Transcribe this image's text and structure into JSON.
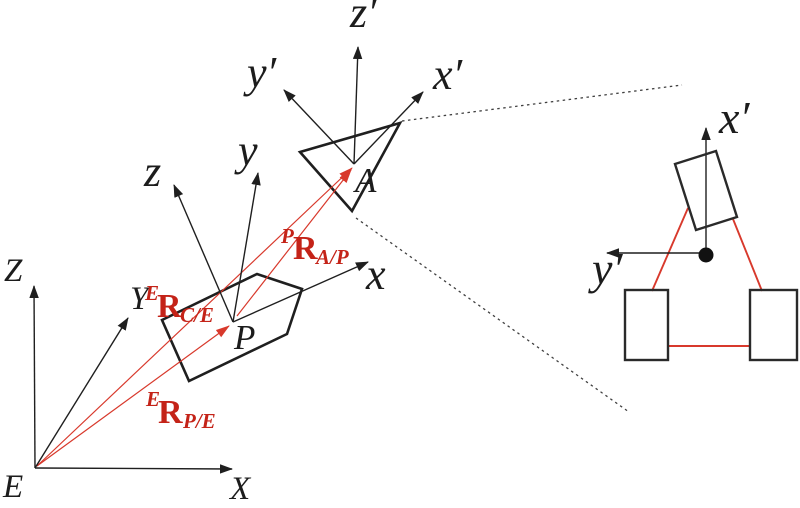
{
  "diagram": {
    "description": "Coordinate reference frames diagram with Earth frame, platform frame, target frame and rover detail view",
    "colors": {
      "axis_black": "#1f1f1f",
      "vector_red": "#d8392c",
      "label_red": "#c42318",
      "dashed_gray": "#404040"
    },
    "main": {
      "earth": {
        "origin": "E",
        "axis_z": "Z",
        "axis_y": "Y",
        "axis_x": "X"
      },
      "platform": {
        "origin": "P",
        "axis_z": "z",
        "axis_y": "y",
        "axis_x": "x"
      },
      "target": {
        "origin": "A",
        "axis_z": "z′",
        "axis_y": "y′",
        "axis_x": "x′"
      },
      "vectors": {
        "camera_from_earth": {
          "sup": "E",
          "symbol": "R",
          "sub": "C/E"
        },
        "platform_from_earth": {
          "sup": "E",
          "symbol": "R",
          "sub": "P/E"
        },
        "target_from_platform": {
          "sup": "P",
          "symbol": "R",
          "sub": "A/P"
        }
      }
    },
    "detail": {
      "axis_x": "x′",
      "axis_y": "y′"
    }
  }
}
